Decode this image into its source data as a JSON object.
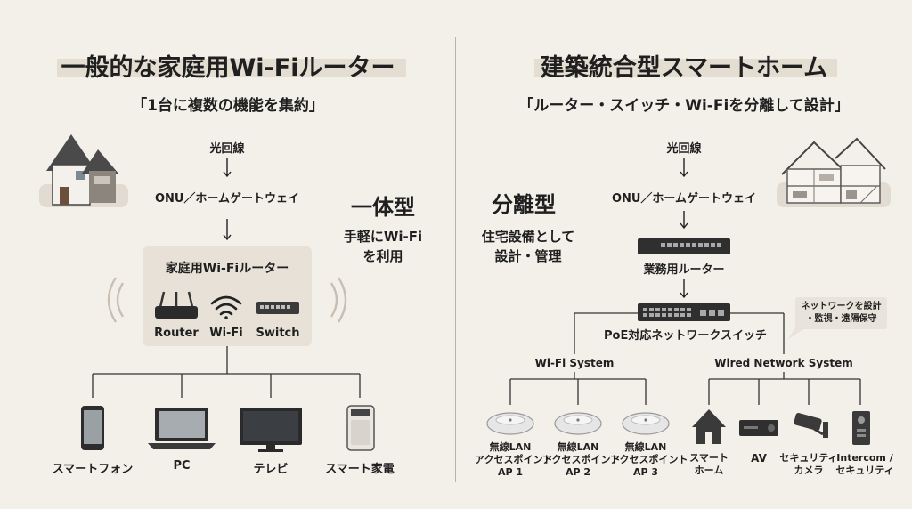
{
  "left": {
    "title": "一般的な家庭用Wi-Fiルーター",
    "subtitle": "「1台に複数の機能を集約」",
    "source": "光回線",
    "onu": "ONU／ホームゲートウェイ",
    "type_title": "一体型",
    "type_desc_1": "手軽にWi-Fi",
    "type_desc_2": "を利用",
    "router_box_title": "家庭用Wi-Fiルーター",
    "functions": [
      "Router",
      "Wi-Fi",
      "Switch"
    ],
    "devices": [
      "スマートフォン",
      "PC",
      "テレビ",
      "スマート家電"
    ]
  },
  "right": {
    "title": "建築統合型スマートホーム",
    "subtitle": "「ルーター・スイッチ・Wi-Fiを分離して設計」",
    "source": "光回線",
    "onu": "ONU／ホームゲートウェイ",
    "type_title": "分離型",
    "type_desc_1": "住宅設備として",
    "type_desc_2": "設計・管理",
    "router": "業務用ルーター",
    "switch": "PoE対応ネットワークスイッチ",
    "callout_1": "ネットワークを設計",
    "callout_2": "・監視・遠隔保守",
    "wifi_system": "Wi-Fi System",
    "wired_system": "Wired Network System",
    "access_points": [
      {
        "line1": "無線LAN",
        "line2": "アクセスポイント",
        "line3": "AP 1"
      },
      {
        "line1": "無線LAN",
        "line2": "アクセスポイント",
        "line3": "AP 2"
      },
      {
        "line1": "無線LAN",
        "line2": "アクセスポイント",
        "line3": "AP 3"
      }
    ],
    "wired_devices": [
      {
        "line1": "スマート",
        "line2": "ホーム"
      },
      {
        "line1": "AV",
        "line2": ""
      },
      {
        "line1": "セキュリティ",
        "line2": "カメラ"
      },
      {
        "line1": "Intercom /",
        "line2": "セキュリティ"
      }
    ]
  },
  "colors": {
    "background": "#f3f0ea",
    "highlight": "#e4ddd2",
    "panel": "#e7e1d7",
    "ink": "#1f1f1f"
  }
}
